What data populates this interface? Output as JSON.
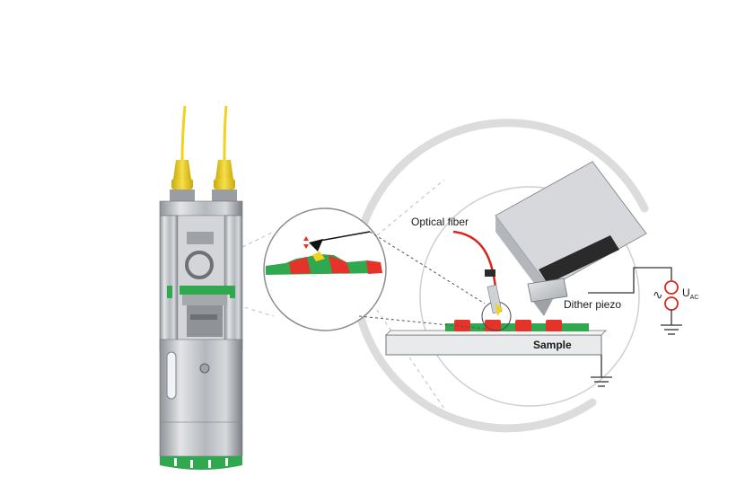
{
  "labels": {
    "optical_fiber": "Optical fiber",
    "dither_piezo": "Dither piezo",
    "sample": "Sample",
    "voltage_symbol": "U",
    "voltage_subscript": "AC"
  },
  "colors": {
    "sample_green": "#2fa84f",
    "sample_red": "#e5332a",
    "fiber_red": "#d9261c",
    "fiber_yellow": "#f2d21b",
    "metal": "#b9bcc0",
    "metal_dark": "#7d8186",
    "guide_grey": "#d6d6d6",
    "text": "#1a1a1a"
  }
}
